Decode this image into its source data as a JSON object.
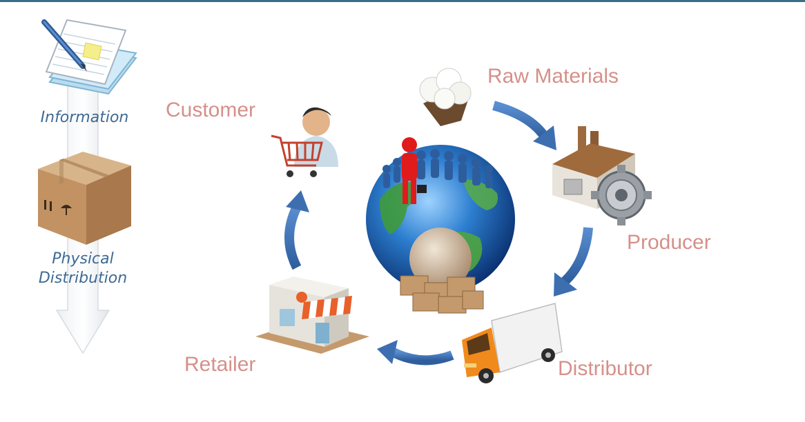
{
  "side": {
    "information_label": "Information",
    "physical_label_line1": "Physical",
    "physical_label_line2": "Distribution"
  },
  "stages": {
    "raw_materials": "Raw Materials",
    "producer": "Producer",
    "distributor": "Distributor",
    "retailer": "Retailer",
    "customer": "Customer"
  },
  "colors": {
    "label_pink": "#d5908a",
    "side_blue": "#3f6a93",
    "arrow_blue": "#4577b5",
    "top_rule": "#3b6d86"
  },
  "icons": [
    "document-pen-icon",
    "cardboard-box-icon",
    "cotton-icon",
    "factory-gear-icon",
    "delivery-truck-icon",
    "storefront-icon",
    "shopping-customer-icon",
    "globe-people-icon"
  ]
}
